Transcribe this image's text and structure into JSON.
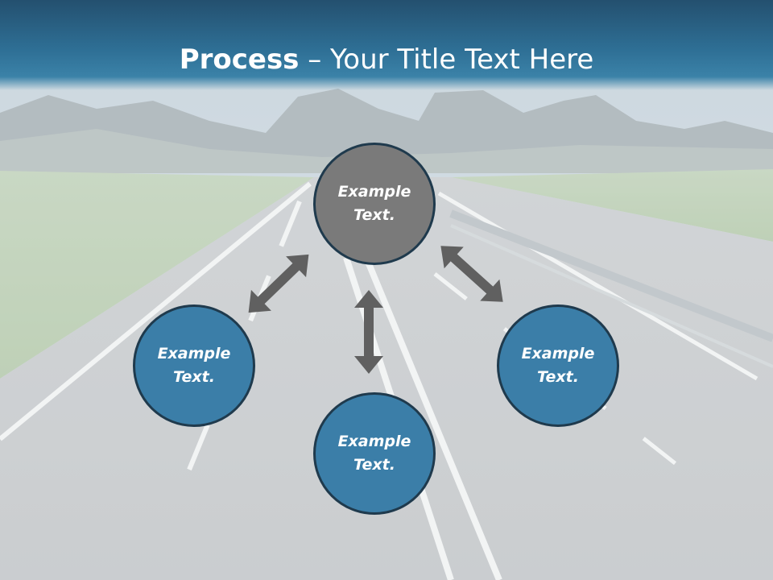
{
  "slide": {
    "title_bold": "Process",
    "title_rest": " – Your Title Text Here"
  },
  "nodes": {
    "top": "Example Text.",
    "left": "Example Text.",
    "bottom": "Example Text.",
    "right": "Example Text."
  },
  "colors": {
    "header": "#2e6f95",
    "node_blue": "#3b7ea8",
    "node_gray": "#7a7a7a",
    "node_border": "#1f3a4d",
    "arrow": "#606060"
  },
  "icons": [
    "double-arrow-icon"
  ]
}
